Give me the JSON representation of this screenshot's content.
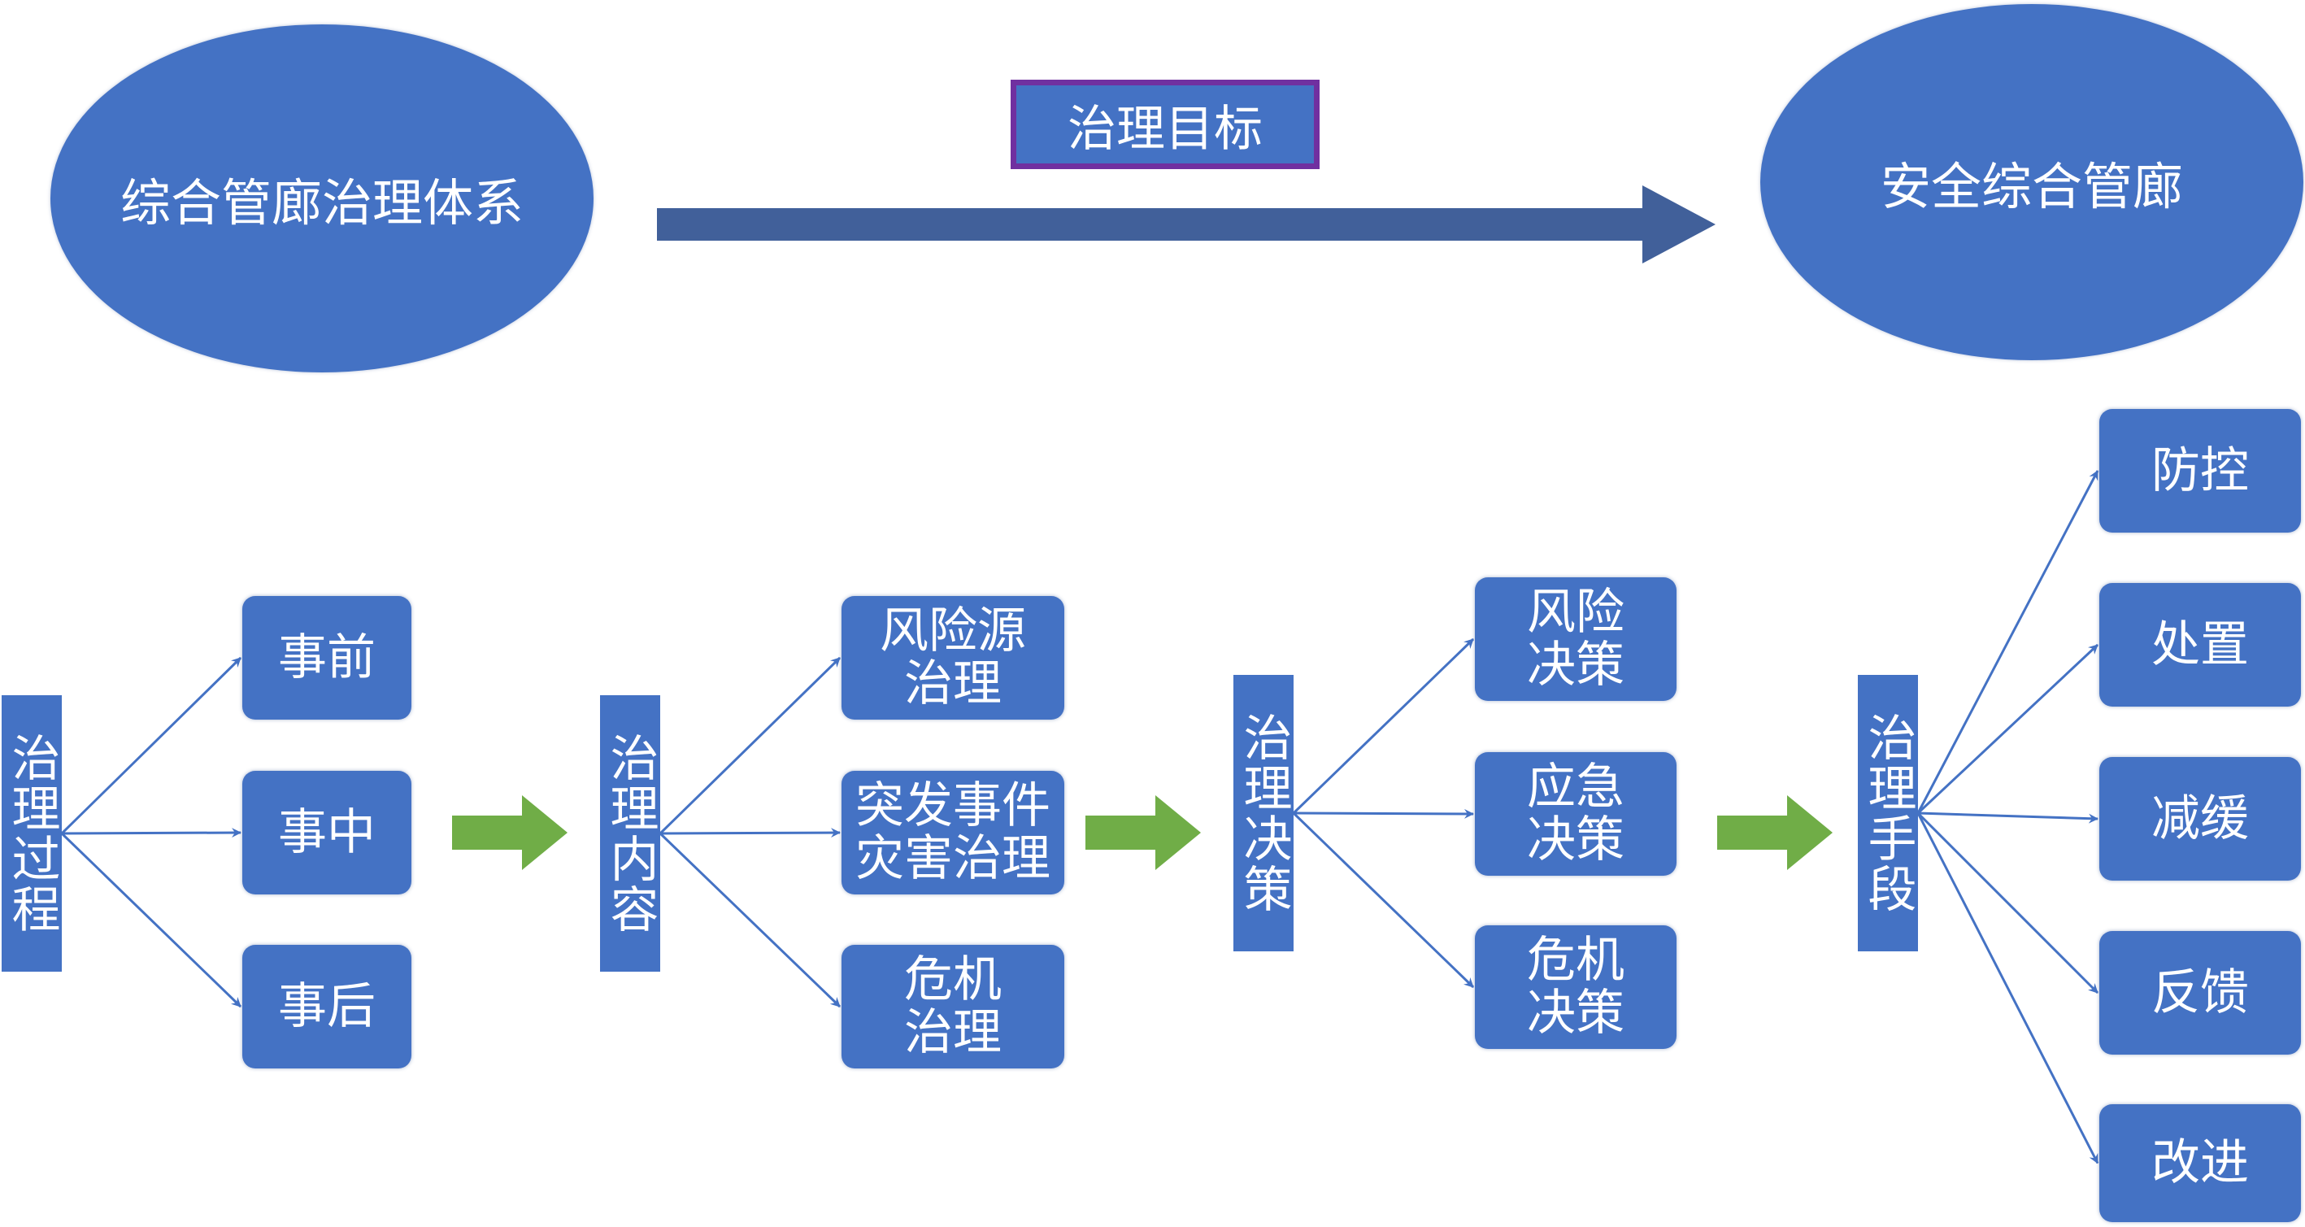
{
  "top": {
    "system_label": "综合管廊治理体系",
    "goal_label": "治理目标",
    "target_label": "安全综合管廊"
  },
  "stages": [
    {
      "title": "治理过程",
      "items": [
        "事前",
        "事中",
        "事后"
      ]
    },
    {
      "title": "治理内容",
      "items": [
        "风险源\n治理",
        "突发事件\n灾害治理",
        "危机\n治理"
      ]
    },
    {
      "title": "治理决策",
      "items": [
        "风险\n决策",
        "应急\n决策",
        "危机\n决策"
      ]
    },
    {
      "title": "治理手段",
      "items": [
        "防控",
        "处置",
        "减缓",
        "反馈",
        "改进"
      ]
    }
  ],
  "colors": {
    "box_fill": "#4472c4",
    "goal_border": "#7030a0",
    "main_arrow": "#41609a",
    "stage_arrow": "#70ad47",
    "connector": "#4472c4",
    "text": "#ffffff"
  }
}
